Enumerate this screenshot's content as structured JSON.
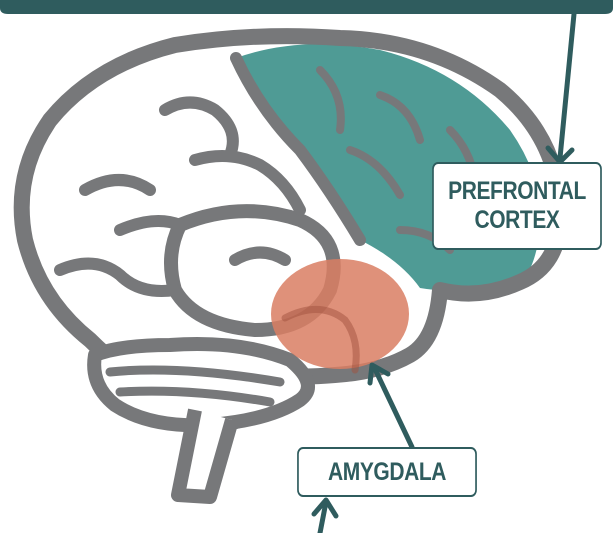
{
  "labels": {
    "prefrontal_line1": "PREFRONTAL",
    "prefrontal_line2": "CORTEX",
    "amygdala": "AMYGDALA"
  },
  "colors": {
    "brain_outline": "#77787a",
    "prefrontal_fill": "#4f9b95",
    "amygdala_fill": "#d97e63",
    "label_border": "#2f5c5e",
    "arrow": "#2f5c5e"
  }
}
